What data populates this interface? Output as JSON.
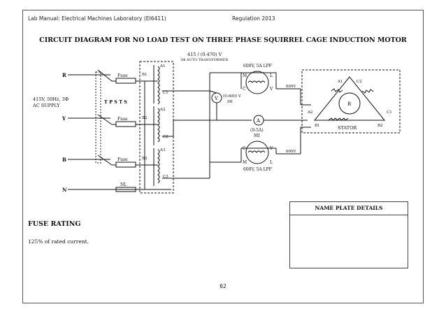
{
  "header": {
    "left": "Lab Manual: Electrical Machines Laboratory (EI6411)",
    "right": "Regulation 2013"
  },
  "title": "CIRCUIT DIAGRAM FOR NO LOAD TEST ON THREE PHASE SQUIRREL CAGE INDUCTION MOTOR",
  "diagram": {
    "autotransformer_rating": "415 / (0-470) V",
    "autotransformer_label": "3Φ AUTO TRANSFORMER",
    "supply_label_1": "415V, 50Hz, 3Φ",
    "supply_label_2": "AC SUPPLY",
    "tpst_label": "T P S T S",
    "phase_r": "R",
    "phase_y": "Y",
    "phase_b": "B",
    "neutral": "N",
    "fuse": "Fuse",
    "nl": "NL",
    "a1": "A1",
    "a2": "A2",
    "a3": "A3",
    "b1": "B1",
    "b2": "B2",
    "b3": "B3",
    "c1": "C1",
    "c2": "C2",
    "c3": "C3",
    "voltmeter_symbol": "V",
    "voltmeter_range": "(0-600) V",
    "voltmeter_type": "MI",
    "ammeter_symbol": "A",
    "ammeter_range": "(0-5A)",
    "ammeter_type": "MI",
    "wattmeter_top_rating": "600V, 5A  LPF",
    "wattmeter_bottom_rating": "600V, 5A  LPF",
    "w_m": "M",
    "w_l": "L",
    "w_c": "C",
    "w_v": "V",
    "w_600v": "600V",
    "rotor": "R",
    "stator": "STATOR"
  },
  "nameplate": {
    "heading": "NAME PLATE DETAILS"
  },
  "fuse_rating": {
    "heading": "FUSE RATING",
    "text": "125% of rated current."
  },
  "page_number": "62"
}
